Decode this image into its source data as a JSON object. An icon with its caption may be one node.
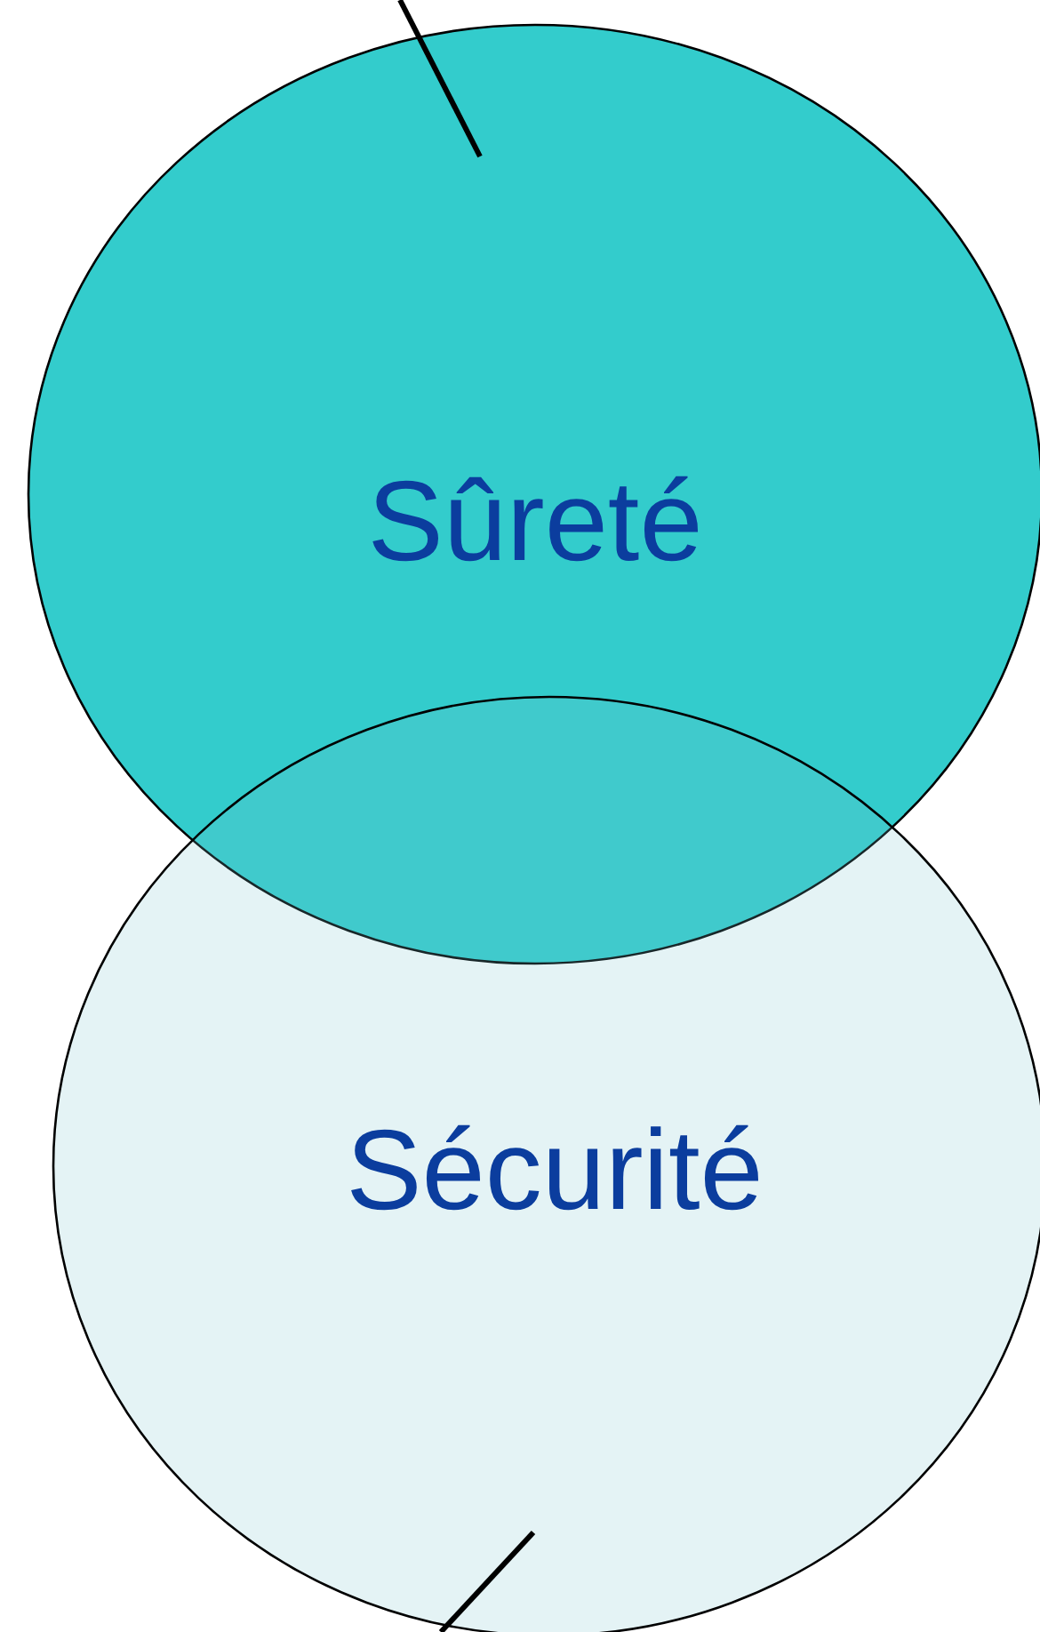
{
  "diagram": {
    "nodes": [
      {
        "text": [
          "Sûreté"
        ]
      },
      {
        "text": [
          "Sécurité"
        ]
      }
    ],
    "edges": [
      {
        "from": null,
        "to": 0,
        "arrow": "none"
      },
      {
        "from": null,
        "to": 1,
        "arrow": "none"
      }
    ]
  }
}
